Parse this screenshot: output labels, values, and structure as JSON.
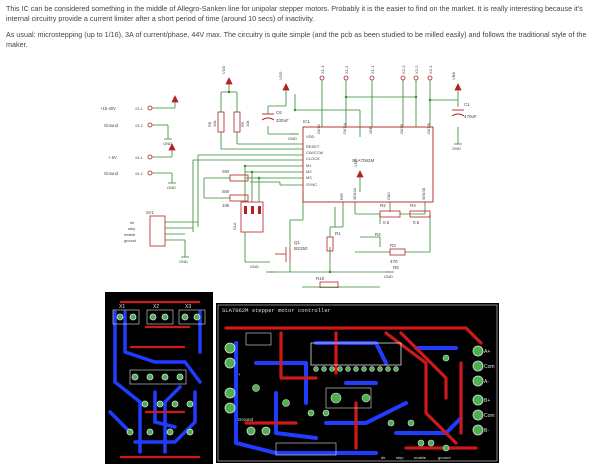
{
  "article": {
    "paragraph1": "This IC can be considered something in the middle of Allegro-Sanken line for unipolar stepper motors. Probably it is the easier to find on the market. It is really interesting because it's internal circuitry provide a current limiter after a short period of time (around 10 secs) of inactivity.",
    "paragraph2": "As usual: microstepping (up to 1/16), 3A of current/phase, 44V max. The circuitry is quite simple (and the pcb as been studied to be milled easily) and follows the traditional style of the maker."
  },
  "schematic": {
    "ic_name": "IC1",
    "ic_part": "SLA7062M",
    "ic_pins_left": [
      "VDD",
      "RESET",
      "CW/CCW",
      "CLOCK",
      "M1",
      "M2",
      "M3",
      "SYNC"
    ],
    "ic_pins_top": [
      "OUTA",
      "OUT/A",
      "VBB",
      "OUTB",
      "OUT/B"
    ],
    "ic_pins_bottom": [
      "REF",
      "SENSA",
      "GND",
      "SENSB"
    ],
    "connectors": [
      {
        "ref": "X3-1",
        "label": "+15-40V"
      },
      {
        "ref": "X3-2",
        "label": "Ground"
      },
      {
        "ref": "X4-1",
        "label": "+ 5V"
      },
      {
        "ref": "X4-2",
        "label": "Ground"
      }
    ],
    "sv1_ref": "SV1",
    "sv1_pins": [
      "dir",
      "step",
      "enable",
      "ground"
    ],
    "motor_refs": [
      "X1-3",
      "X1-2",
      "X1-1",
      "X2-3",
      "X2-2",
      "X2-1"
    ],
    "labels": {
      "vdd": "VDD",
      "vbb": "VBB",
      "gnd": "GND",
      "r8": "R8",
      "r9": "R9",
      "val_10k": "10k",
      "c6": "C6",
      "c6_val": "330uF",
      "c1": "C1",
      "c1_val": "470uF",
      "sw1": "SW",
      "r10": "10k",
      "sw2": "SW",
      "dip": "S1A",
      "q1": "Q1",
      "q1_part": "BS250",
      "r2": "R2",
      "r2_val": "0.5",
      "r4": "R4",
      "r4_val": "0.5",
      "r1": "R1",
      "r3": "R3",
      "r3_val": "470",
      "r5": "R5",
      "r11": "R10",
      "vref": "VDD",
      "vref2": "R4"
    }
  },
  "pcb_small": {
    "labels": [
      "X1",
      "X2",
      "X3"
    ]
  },
  "pcb_large": {
    "title": "SLA7062M stepper motor controller",
    "right_labels": [
      "A+",
      "Com",
      "A-",
      "B+",
      "Com",
      "B-"
    ],
    "left_labels": [
      "+",
      "Ground"
    ],
    "bottom_labels": [
      "dir",
      "step",
      "enable",
      "ground"
    ]
  },
  "colors": {
    "wire": "#2e8b2e",
    "part": "#b22222",
    "pcb_bg": "#000000",
    "pcb_red": "#cc1a1a",
    "pcb_blue": "#1f3cff",
    "pcb_green": "#4caf50",
    "pcb_white": "#e0e0e0"
  }
}
